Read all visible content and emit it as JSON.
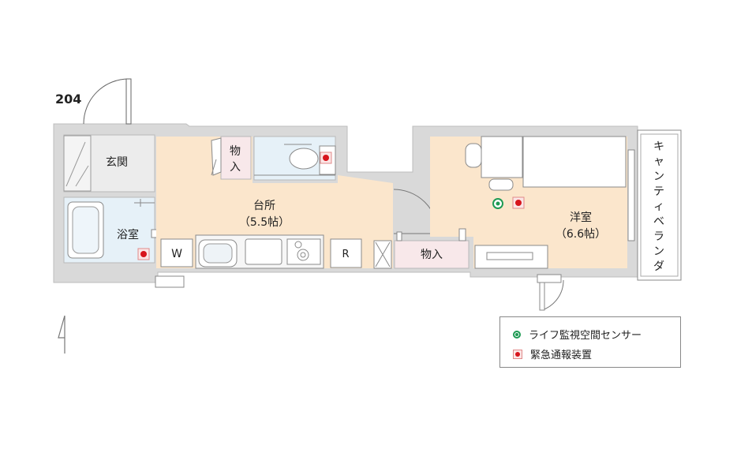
{
  "unit_number": "204",
  "rooms": {
    "entrance": "玄関",
    "bath": "浴室",
    "kitchen": "台所",
    "kitchen_size": "（5.5帖）",
    "storage_top": "物\n入",
    "storage_bottom": "物入",
    "western_room": "洋室",
    "western_size": "（6.6帖）",
    "balcony": "キャンティベランダ",
    "washer": "W",
    "fridge": "R"
  },
  "legend": {
    "sensor": "ライフ監視空間センサー",
    "alarm": "緊急通報装置"
  },
  "colors": {
    "wall": "#d9d9d9",
    "floor_beige": "#fbe6cc",
    "floor_blue": "#e6f1f8",
    "floor_pink": "#f8e8ea",
    "floor_gray": "#ececec",
    "sensor_green": "#1e9a53",
    "alarm_red": "#d7141c"
  }
}
